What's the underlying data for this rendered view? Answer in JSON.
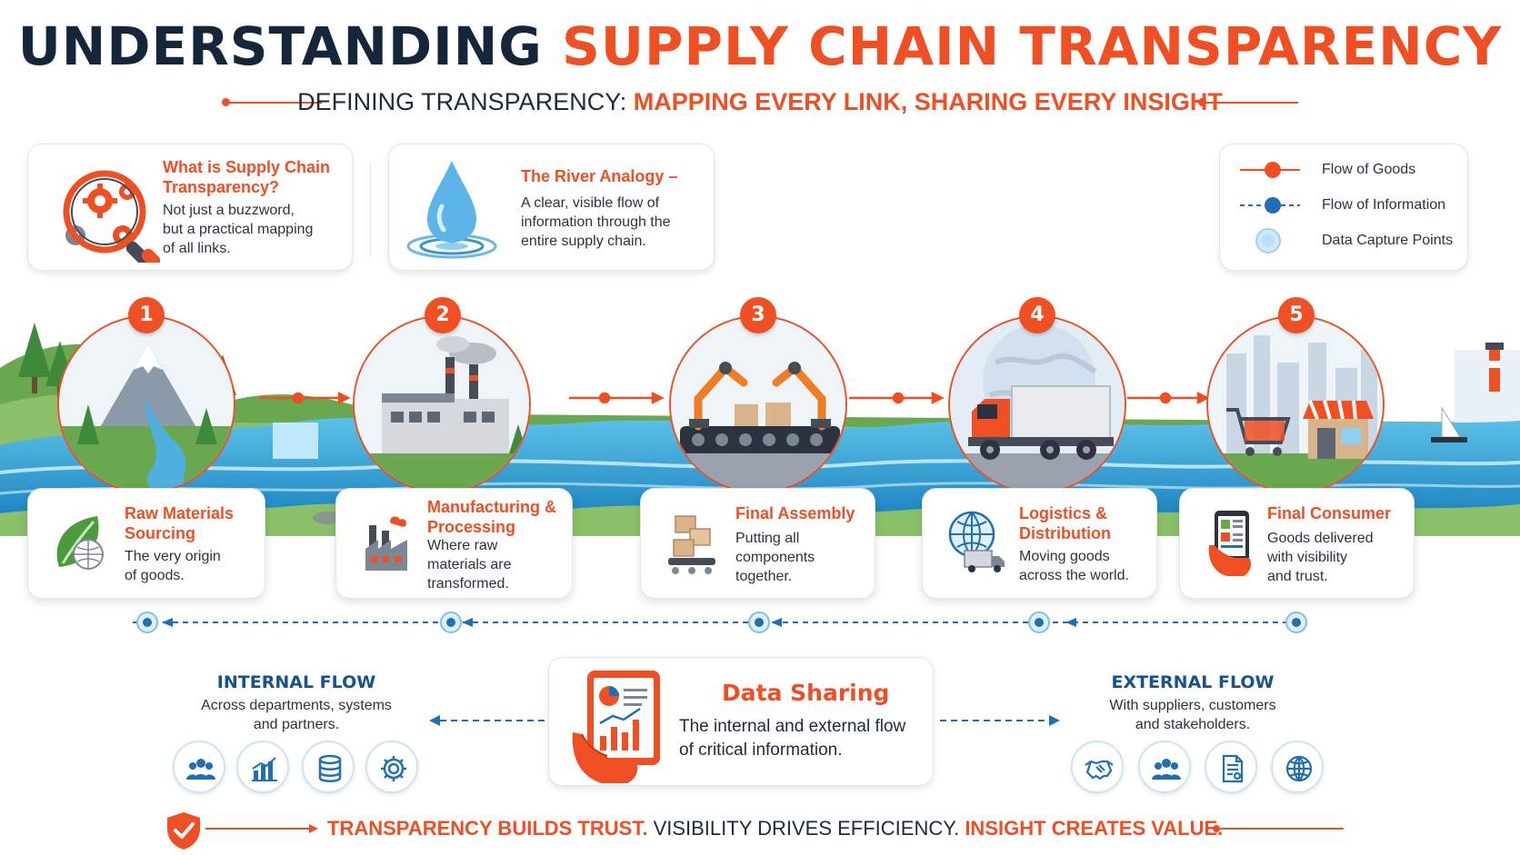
{
  "title": {
    "part1": "UNDERSTANDING",
    "part2": "SUPPLY CHAIN TRANSPARENCY"
  },
  "subtitle": {
    "part1": "DEFINING TRANSPARENCY:",
    "part2": "MAPPING EVERY LINK, SHARING EVERY INSIGHT"
  },
  "intro_cards": [
    {
      "title_line1": "What is Supply Chain",
      "title_line2": "Transparency?",
      "text": [
        "Not just a buzzword,",
        "but a practical mapping",
        "of all links."
      ]
    },
    {
      "title": "The River Analogy –",
      "text": [
        "A clear, visible flow of",
        "information through the",
        "entire supply chain."
      ]
    }
  ],
  "legend": [
    {
      "label": "Flow of Goods"
    },
    {
      "label": "Flow of Information"
    },
    {
      "label": "Data Capture Points"
    }
  ],
  "steps": [
    {
      "number": "1",
      "title": [
        "Raw Materials",
        "Sourcing"
      ],
      "text": [
        "The very origin",
        "of goods."
      ]
    },
    {
      "number": "2",
      "title": [
        "Manufacturing &",
        "Processing"
      ],
      "text": [
        "Where raw",
        "materials are",
        "transformed."
      ]
    },
    {
      "number": "3",
      "title": [
        "Final Assembly"
      ],
      "text": [
        "Putting all",
        "components",
        "together."
      ]
    },
    {
      "number": "4",
      "title": [
        "Logistics &",
        "Distribution"
      ],
      "text": [
        "Moving goods",
        "across the world."
      ]
    },
    {
      "number": "5",
      "title": [
        "Final Consumer"
      ],
      "text": [
        "Goods delivered",
        "with visibility",
        "and trust."
      ]
    }
  ],
  "internal_flow": {
    "title": "INTERNAL FLOW",
    "text": [
      "Across departments, systems",
      "and partners."
    ]
  },
  "data_sharing": {
    "title": "Data Sharing",
    "text": [
      "The internal and external flow",
      "of critical information."
    ]
  },
  "external_flow": {
    "title": "EXTERNAL FLOW",
    "text": [
      "With suppliers, customers",
      "and stakeholders."
    ]
  },
  "internal_icons": [
    "team-icon",
    "chart-icon",
    "database-icon",
    "gear-icon"
  ],
  "external_icons": [
    "handshake-icon",
    "team-icon",
    "document-icon",
    "globe-icon"
  ],
  "footer": {
    "part1": "TRANSPARENCY BUILDS TRUST.",
    "part2": "VISIBILITY DRIVES EFFICIENCY.",
    "part3": "INSIGHT CREATES VALUE."
  },
  "colors": {
    "orange": "#f04e23",
    "navy": "#15263a",
    "blue": "#1e6fb5",
    "water": "#3aa6d8"
  }
}
